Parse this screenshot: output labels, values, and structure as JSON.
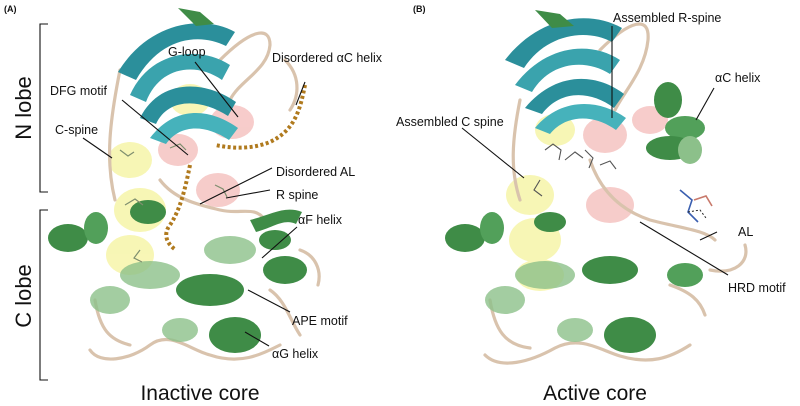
{
  "panels": [
    {
      "id": "A",
      "tag": "(A)",
      "title": "Inactive core",
      "lobes": {
        "n": "N lobe",
        "c": "C lobe"
      },
      "labels": {
        "g_loop": "G-loop",
        "disordered_ac": "Disordered αC helix",
        "dfg": "DFG motif",
        "c_spine": "C-spine",
        "disordered_al": "Disordered AL",
        "r_spine": "R spine",
        "af_helix": "αF helix",
        "ape": "APE motif",
        "ag_helix": "αG helix"
      }
    },
    {
      "id": "B",
      "tag": "(B)",
      "title": "Active core",
      "labels": {
        "assembled_r": "Assembled R-spine",
        "ac_helix": "αC helix",
        "assembled_c": "Assembled C spine",
        "al": "AL",
        "hrd": "HRD motif"
      }
    }
  ],
  "colors": {
    "beta_sheet": "#2b8f9b",
    "helix": "#3f8c47",
    "helix_light": "#8cc08a",
    "coil": "#d9c3ad",
    "r_spine": "#f0a3a0",
    "c_spine": "#f2ef7a",
    "disordered": "#b07a1e"
  }
}
